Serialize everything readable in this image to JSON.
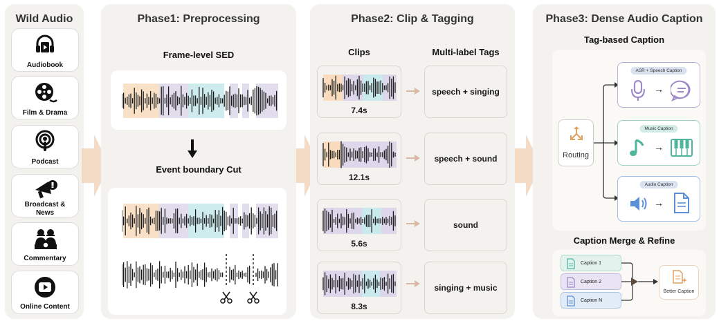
{
  "source_panel": {
    "title": "Wild Audio",
    "items": [
      {
        "label": "Audiobook",
        "icon": "headphones-book-icon"
      },
      {
        "label": "Film & Drama",
        "icon": "film-reel-icon"
      },
      {
        "label": "Podcast",
        "icon": "podcast-icon"
      },
      {
        "label": "Broadcast & News",
        "icon": "megaphone-icon"
      },
      {
        "label": "Commentary",
        "icon": "commentators-icon"
      },
      {
        "label": "Online Content",
        "icon": "play-button-icon"
      }
    ]
  },
  "phase1": {
    "title": "Phase1: Preprocessing",
    "sed_label": "Frame-level SED",
    "cut_label": "Event boundary Cut"
  },
  "phase2": {
    "title": "Phase2: Clip & Tagging",
    "clips_header": "Clips",
    "tags_header": "Multi-label Tags",
    "clips": [
      {
        "duration": "7.4s",
        "tags": "speech + singing"
      },
      {
        "duration": "12.1s",
        "tags": "speech + sound"
      },
      {
        "duration": "5.6s",
        "tags": "sound"
      },
      {
        "duration": "8.3s",
        "tags": "singing + music"
      }
    ]
  },
  "phase3": {
    "title": "Phase3: Dense Audio Caption",
    "tag_caption_title": "Tag-based Caption",
    "routing_label": "Routing",
    "branches": [
      {
        "label": "ASR + Speech Caption",
        "icons": [
          "microphone-icon",
          "speech-bubble-icon"
        ]
      },
      {
        "label": "Music Caption",
        "icons": [
          "music-note-icon",
          "piano-keys-icon"
        ]
      },
      {
        "label": "Audio Caption",
        "icons": [
          "speaker-icon",
          "document-icon"
        ]
      }
    ],
    "merge_title": "Caption Merge & Refine",
    "merge_inputs": [
      "Caption 1",
      "Caption 2",
      "Caption N"
    ],
    "merge_output": "Better Caption"
  },
  "colors": {
    "panel_bg": "#f4f2ee",
    "speech_segment": "#f8dcbd",
    "singing_segment": "#dcd7ea",
    "sound_segment": "#c9e9ec",
    "flow_arrow": "#f0d2b8",
    "routing_accent": "#e0a060"
  }
}
